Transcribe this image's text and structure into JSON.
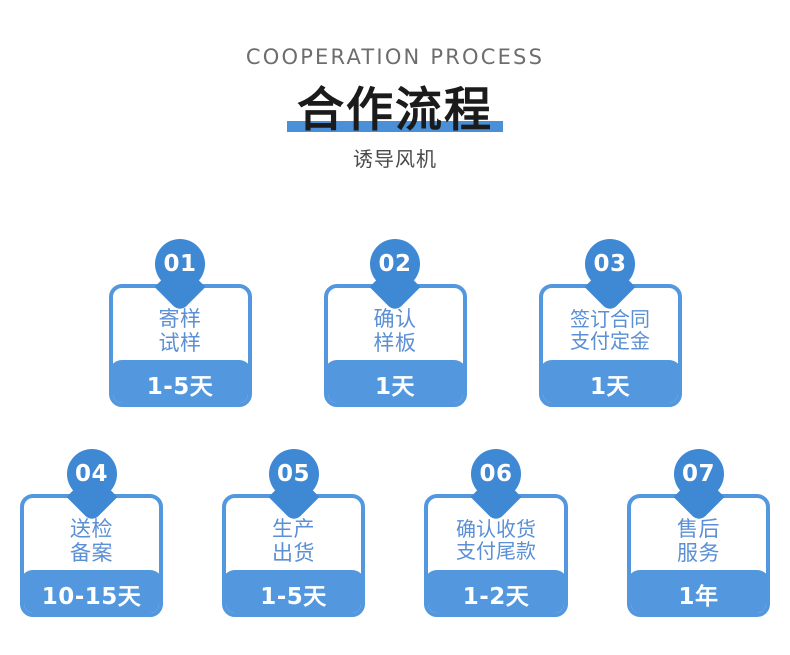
{
  "theme": {
    "accent_blue": "#4a90d9",
    "card_border_blue": "#5398de",
    "pin_blue": "#3f88d4",
    "card_text_blue": "#5b8fd6",
    "heading_dark": "#1b1b1b",
    "eyebrow_grey": "#6d6d6d",
    "subtitle_grey": "#4a4a4a",
    "background": "#ffffff"
  },
  "header": {
    "eyebrow": "COOPERATION PROCESS",
    "title": "合作流程",
    "subtitle": "诱导风机"
  },
  "steps": [
    {
      "number": "01",
      "label_line1": "寄样",
      "label_line2": "试样",
      "duration": "1-5天"
    },
    {
      "number": "02",
      "label_line1": "确认",
      "label_line2": "样板",
      "duration": "1天"
    },
    {
      "number": "03",
      "label_line1": "签订合同",
      "label_line2": "支付定金",
      "duration": "1天"
    },
    {
      "number": "04",
      "label_line1": "送检",
      "label_line2": "备案",
      "duration": "10-15天"
    },
    {
      "number": "05",
      "label_line1": "生产",
      "label_line2": "出货",
      "duration": "1-5天"
    },
    {
      "number": "06",
      "label_line1": "确认收货",
      "label_line2": "支付尾款",
      "duration": "1-2天"
    },
    {
      "number": "07",
      "label_line1": "售后",
      "label_line2": "服务",
      "duration": "1年"
    }
  ]
}
